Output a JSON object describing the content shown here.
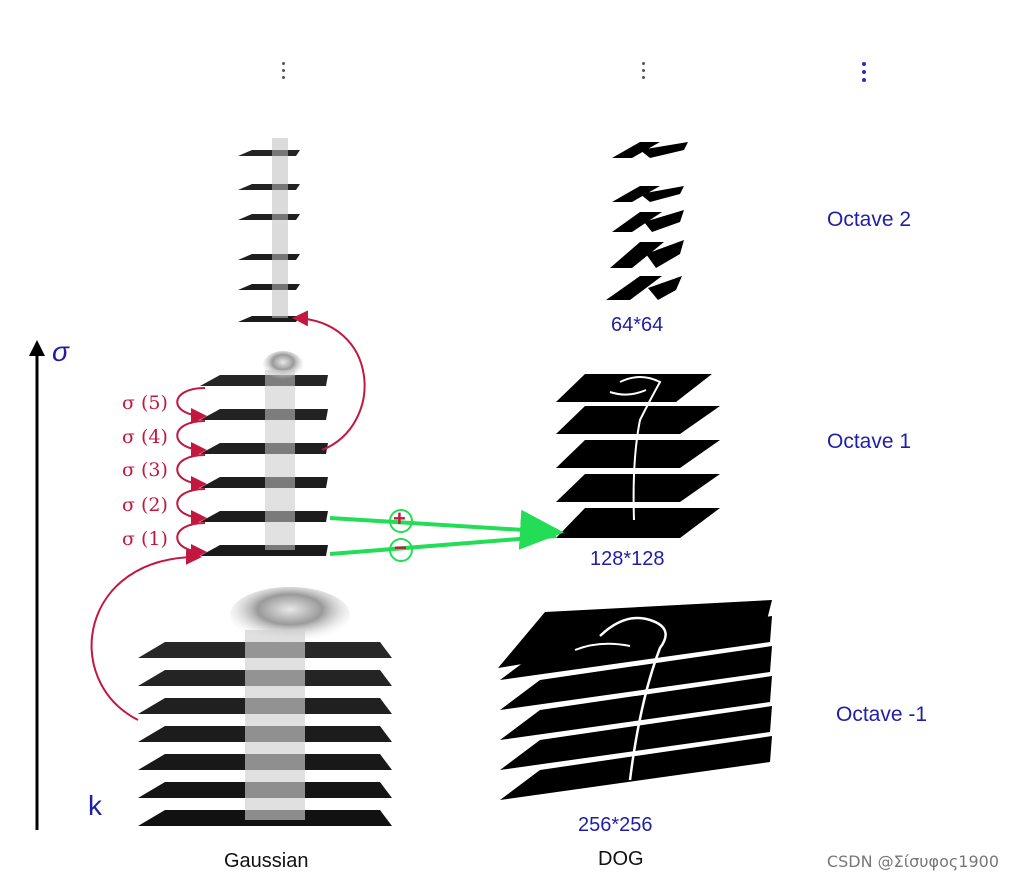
{
  "columns": {
    "gaussian": "Gaussian",
    "dog": "DOG"
  },
  "octaves": [
    {
      "name": "Octave 2",
      "size": "64*64"
    },
    {
      "name": "Octave 1",
      "size": "128*128"
    },
    {
      "name": "Octave -1",
      "size": "256*256"
    }
  ],
  "axis": {
    "sigma": "σ",
    "k": "k"
  },
  "sigma_labels": [
    "σ (5)",
    "σ (4)",
    "σ (3)",
    "σ (2)",
    "σ (1)"
  ],
  "operators": {
    "plus": "+",
    "minus": "−"
  },
  "watermark": "CSDN @Σίσυφος1900",
  "colors": {
    "label_blue": "#1f1fa6",
    "arrow_red": "#c2183f",
    "arrow_green": "#22dd55"
  }
}
